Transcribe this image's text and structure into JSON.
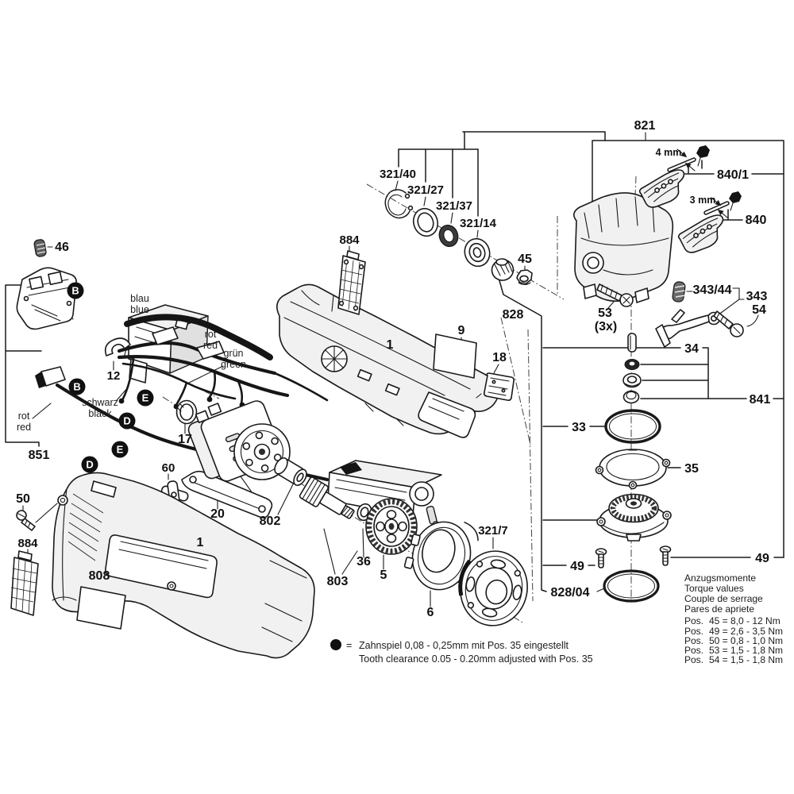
{
  "title": "Exploded spare-parts diagram of a cordless angle grinder",
  "colors": {
    "line": "#1a1a1a",
    "background": "#ffffff",
    "badge": "#101010"
  },
  "labels": {
    "n821": "821",
    "n840_1": "840/1",
    "n840": "840",
    "n343_44": "343/44",
    "n343": "343",
    "n54": "54",
    "n53": "53",
    "n53x": "(3x)",
    "n34": "34",
    "n841": "841",
    "n33": "33",
    "n35": "35",
    "n49l": "49",
    "n49r": "49",
    "n828_04": "828/04",
    "n321_40": "321/40",
    "n321_27": "321/27",
    "n321_37": "321/37",
    "n321_14": "321/14",
    "n45": "45",
    "n828": "828",
    "n884r": "884",
    "n9": "9",
    "n18": "18",
    "n1t": "1",
    "n17": "17",
    "n12": "12",
    "n46": "46",
    "n851": "851",
    "n60": "60",
    "n20": "20",
    "n802": "802",
    "n803": "803",
    "n36": "36",
    "n5": "5",
    "n6": "6",
    "n321_7": "321/7",
    "n50": "50",
    "n884l": "884",
    "n808": "808",
    "n1b": "1"
  },
  "dims": {
    "mm4": "4 mm",
    "mm3": "3 mm"
  },
  "wire_labels": {
    "blau": "blau",
    "blue": "blue",
    "rot1": "rot",
    "red1": "red",
    "gruen": "grün",
    "green": "green",
    "schwarz": "schwarz",
    "black": "black",
    "rot2": "rot",
    "red2": "red"
  },
  "badges": {
    "b1": "B",
    "b2": "B",
    "e1": "E",
    "d1": "D",
    "e2": "E",
    "d2": "D"
  },
  "note": {
    "eq": "=",
    "de": "Zahnspiel 0,08 - 0,25mm mit Pos. 35 eingestellt",
    "en": "Tooth clearance 0.05 - 0.20mm adjusted with Pos. 35"
  },
  "torque": {
    "l1": "Anzugsmomente",
    "l2": "Torque values",
    "l3": "Couple de serrage",
    "l4": "Pares de apriete",
    "rows": [
      {
        "p": "Pos.",
        "v": "45 = 8,0 - 12  Nm"
      },
      {
        "p": "Pos.",
        "v": "49 = 2,6 - 3,5 Nm"
      },
      {
        "p": "Pos.",
        "v": "50 = 0,8 - 1,0 Nm"
      },
      {
        "p": "Pos.",
        "v": "53 = 1,5 - 1,8 Nm"
      },
      {
        "p": "Pos.",
        "v": "54 = 1,5 - 1,8 Nm"
      }
    ]
  }
}
